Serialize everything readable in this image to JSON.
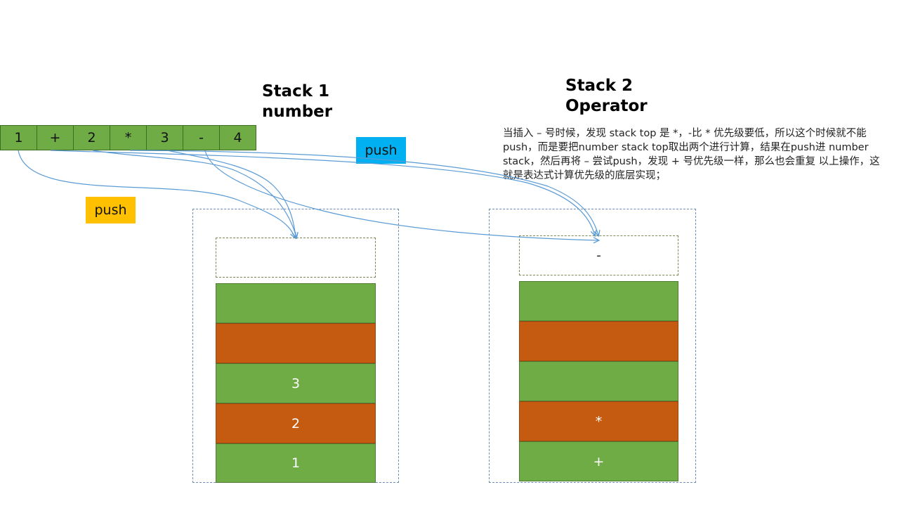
{
  "stack1": {
    "title_line1": "Stack 1",
    "title_line2": "number",
    "slot": "",
    "blocks": [
      {
        "label": "",
        "color": "#6fac46"
      },
      {
        "label": "",
        "color": "#c55a11"
      },
      {
        "label": "3",
        "color": "#6fac46"
      },
      {
        "label": "2",
        "color": "#c55a11"
      },
      {
        "label": "1",
        "color": "#6fac46"
      }
    ]
  },
  "stack2": {
    "title_line1": "Stack 2",
    "title_line2": "Operator",
    "slot": "-",
    "blocks": [
      {
        "label": "",
        "color": "#6fac46"
      },
      {
        "label": "",
        "color": "#c55a11"
      },
      {
        "label": "",
        "color": "#6fac46"
      },
      {
        "label": "*",
        "color": "#c55a11"
      },
      {
        "label": "+",
        "color": "#6fac46"
      }
    ]
  },
  "expression": [
    "1",
    "+",
    "2",
    "*",
    "3",
    "-",
    "4"
  ],
  "push_blue": "push",
  "push_yellow": "push",
  "note": "当插入 – 号时候，发现 stack top 是 *，-比 * 优先级要低，所以这个时候就不能push，而是要把number stack top取出两个进行计算，结果在push进 number stack，然后再将 – 尝试push，发现 + 号优先级一样，那么也会重复 以上操作，这就是表达式计算优先级的底层实现；",
  "colors": {
    "green": "#6fac46",
    "orange": "#c55a11",
    "frame": "#6f8db9",
    "arrow": "#5b9bd5",
    "push_blue_bg": "#00b0f0",
    "push_yellow_bg": "#ffc000"
  }
}
